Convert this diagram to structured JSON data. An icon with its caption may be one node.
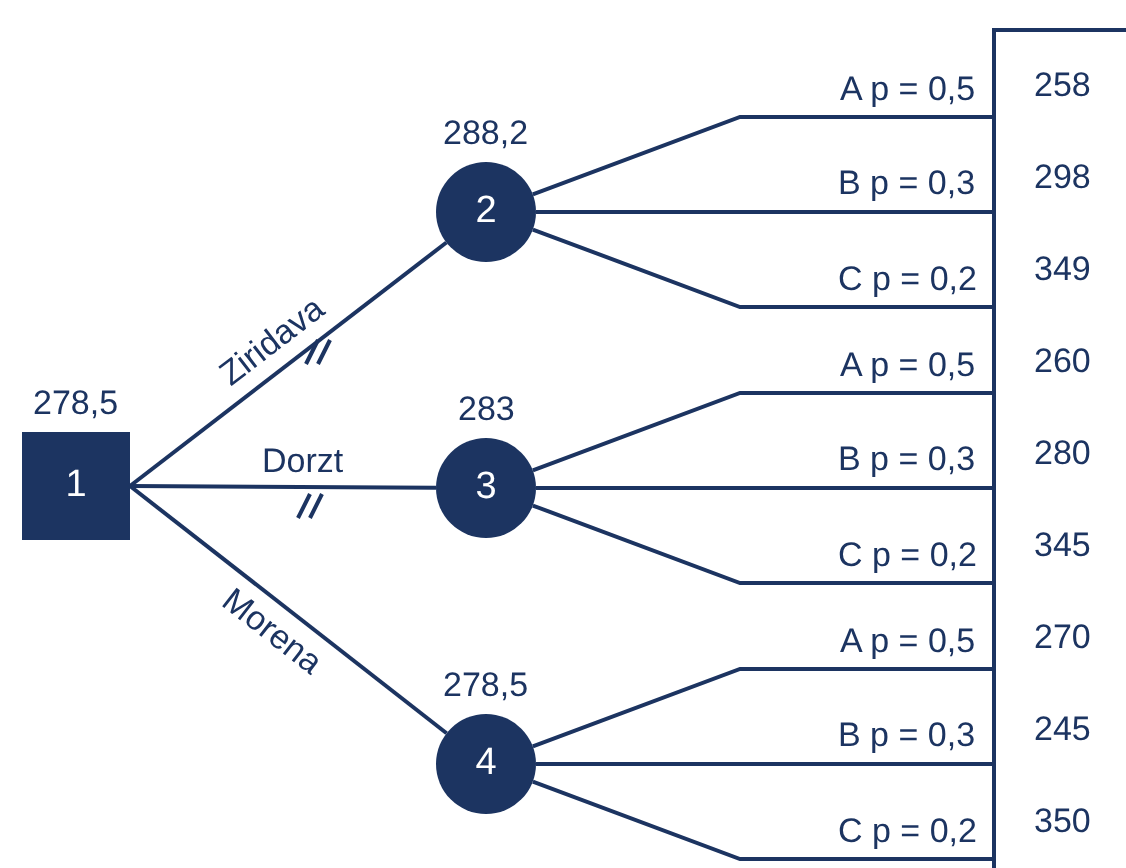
{
  "diagram": {
    "nodes": [
      {
        "text": [
          "1"
        ],
        "beside": [
          "278,5"
        ]
      },
      {
        "text": [
          "2"
        ],
        "beside": [
          "288,2"
        ]
      },
      {
        "text": [
          "3"
        ],
        "beside": [
          "283"
        ]
      },
      {
        "text": [
          "4"
        ],
        "beside": [
          "278,5"
        ]
      },
      {
        "text": [],
        "shape": "bar"
      }
    ],
    "edges": [
      {
        "from": 0,
        "to": 1,
        "arrow": "none",
        "label": "Ziridava"
      },
      {
        "from": 0,
        "to": 2,
        "arrow": "none",
        "label": "Dorzt"
      },
      {
        "from": 0,
        "to": 3,
        "arrow": "none",
        "label": "Morena"
      },
      {
        "from": 1,
        "to": 4,
        "arrow": "none",
        "label": "A p = 0,5"
      },
      {
        "from": 1,
        "to": 4,
        "arrow": "none",
        "label": "B p = 0,3"
      },
      {
        "from": 1,
        "to": 4,
        "arrow": "none",
        "label": "C p = 0,2"
      },
      {
        "from": 2,
        "to": 4,
        "arrow": "none",
        "label": "A p = 0,5"
      },
      {
        "from": 2,
        "to": 4,
        "arrow": "none",
        "label": "B p = 0,3"
      },
      {
        "from": 2,
        "to": 4,
        "arrow": "none",
        "label": "C p = 0,2"
      },
      {
        "from": 3,
        "to": 4,
        "arrow": "none",
        "label": "A p = 0,5"
      },
      {
        "from": 3,
        "to": 4,
        "arrow": "none",
        "label": "B p = 0,3"
      },
      {
        "from": 3,
        "to": 4,
        "arrow": "none",
        "label": "C p = 0,2"
      }
    ],
    "labels": [
      "258",
      "298",
      "349",
      "260",
      "280",
      "345",
      "270",
      "245",
      "350"
    ]
  }
}
